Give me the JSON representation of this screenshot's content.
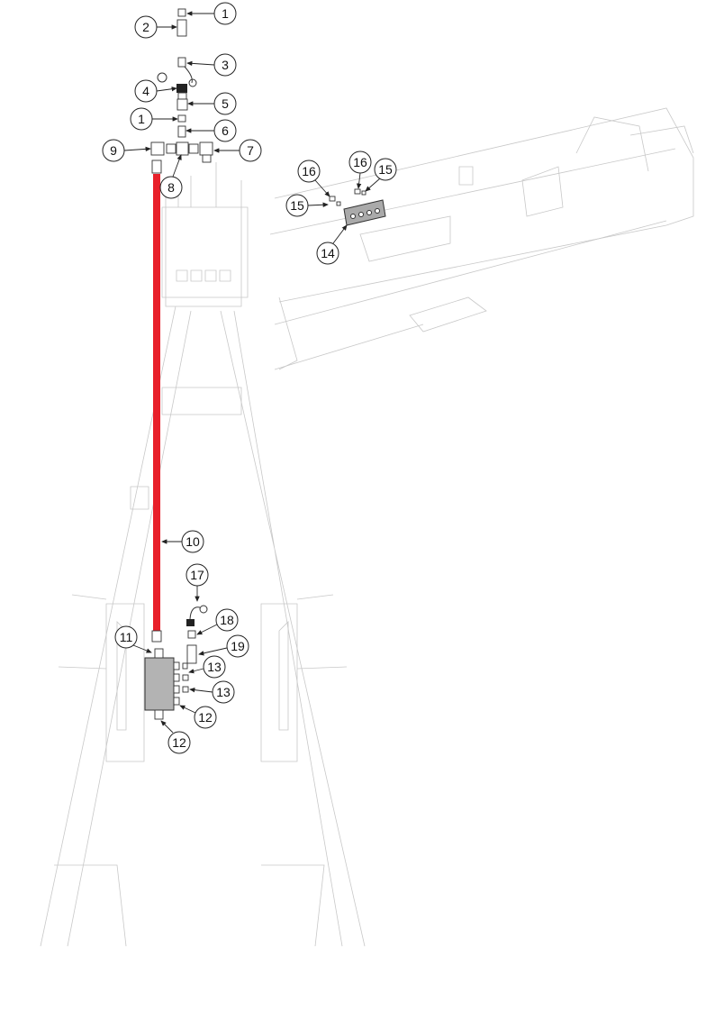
{
  "callouts": [
    "1",
    "2",
    "3",
    "4",
    "5",
    "1",
    "6",
    "9",
    "7",
    "8",
    "16",
    "16",
    "15",
    "15",
    "14",
    "10",
    "17",
    "18",
    "19",
    "11",
    "13",
    "13",
    "12",
    "12"
  ],
  "colors": {
    "hose": "#e8202a",
    "manifold": "#b3b3b3",
    "frame": "#c8c8c8"
  }
}
